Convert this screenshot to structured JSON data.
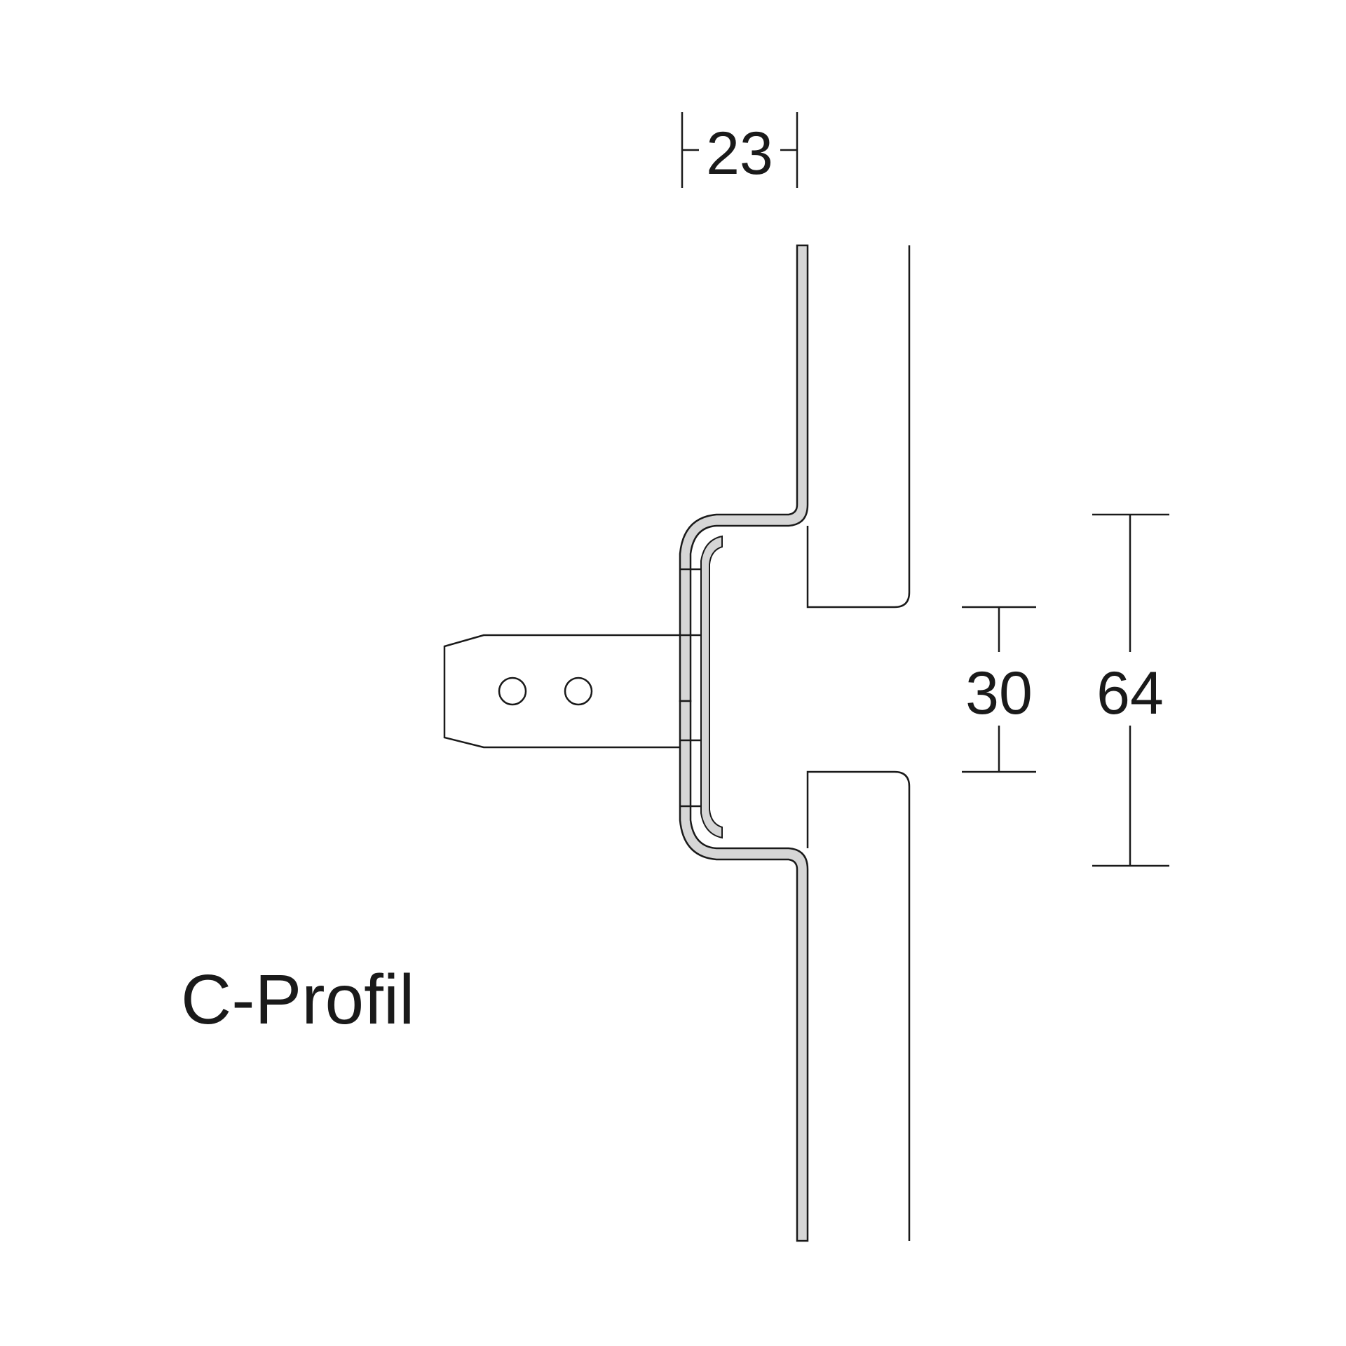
{
  "title": "C-Profil",
  "dimensions": {
    "width_top": "23",
    "inner_opening": "30",
    "outer_height": "64"
  },
  "colors": {
    "line": "#1a1a1a",
    "profile_fill": "#d6d6d6",
    "background": "#ffffff"
  }
}
